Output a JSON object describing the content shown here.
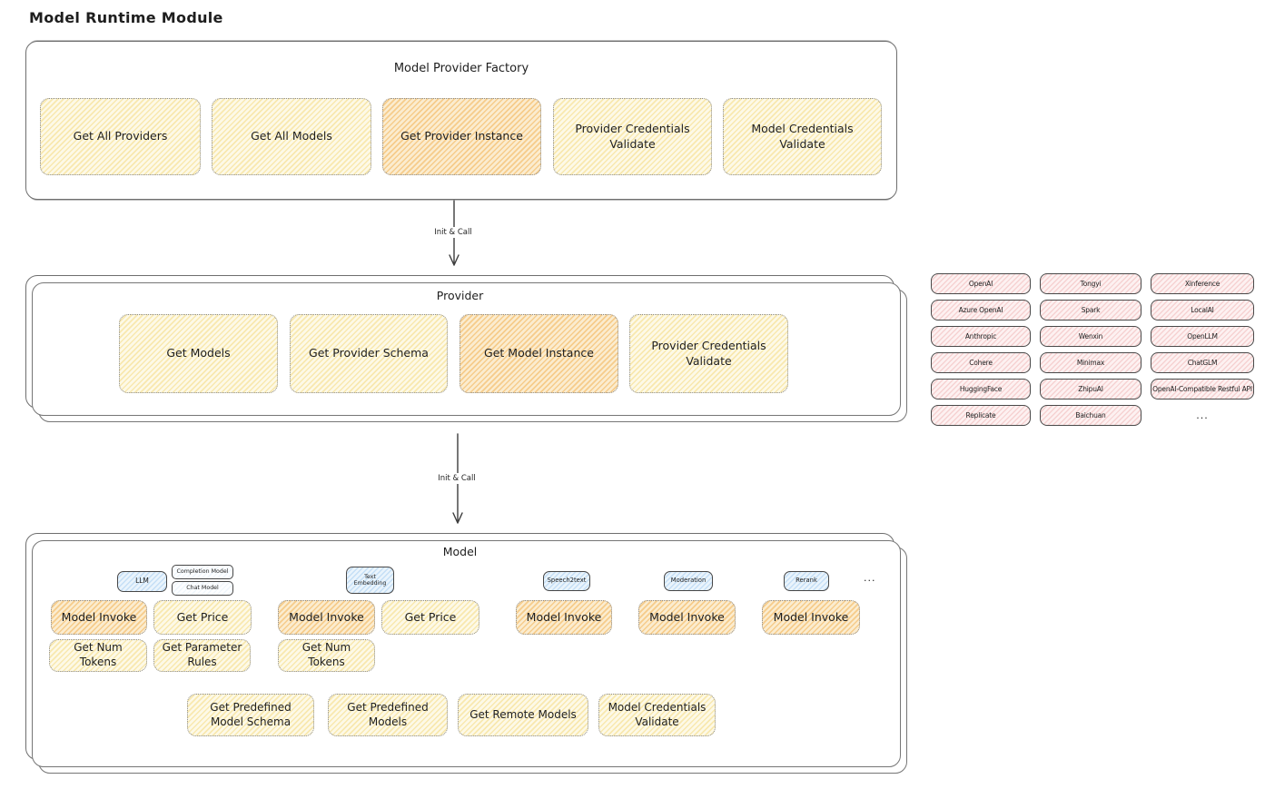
{
  "title": "Model Runtime Module",
  "arrow1": {
    "label": "Init & Call"
  },
  "arrow2": {
    "label": "Init & Call"
  },
  "factory": {
    "title": "Model Provider Factory",
    "buttons": [
      {
        "label": "Get All Providers"
      },
      {
        "label": "Get All Models"
      },
      {
        "label": "Get Provider Instance",
        "highlight": true
      },
      {
        "label": "Provider Credentials Validate"
      },
      {
        "label": "Model Credentials Validate"
      }
    ]
  },
  "provider": {
    "title": "Provider",
    "buttons": [
      {
        "label": "Get Models"
      },
      {
        "label": "Get Provider Schema"
      },
      {
        "label": "Get Model Instance",
        "highlight": true
      },
      {
        "label": "Provider Credentials Validate"
      }
    ]
  },
  "provider_list": {
    "items": [
      "OpenAI",
      "Tongyi",
      "Xinference",
      "Azure OpenAI",
      "Spark",
      "LocalAI",
      "Anthropic",
      "Wenxin",
      "OpenLLM",
      "Cohere",
      "Minimax",
      "ChatGLM",
      "HuggingFace",
      "ZhipuAI",
      "OpenAI-Compatible Restful API",
      "Replicate",
      "Baichuan"
    ],
    "more": "..."
  },
  "model": {
    "title": "Model",
    "tags": [
      {
        "label": "LLM"
      },
      {
        "label": "Completion Model"
      },
      {
        "label": "Chat Model"
      },
      {
        "label": "Text Embedding"
      },
      {
        "label": "Speech2text"
      },
      {
        "label": "Moderation"
      },
      {
        "label": "Rerank"
      }
    ],
    "tags_more": "...",
    "capability_buttons": [
      {
        "label": "Model Invoke",
        "highlight": true
      },
      {
        "label": "Get Price"
      },
      {
        "label": "Model Invoke",
        "highlight": true
      },
      {
        "label": "Get Price"
      },
      {
        "label": "Model Invoke",
        "highlight": true
      },
      {
        "label": "Model Invoke",
        "highlight": true
      },
      {
        "label": "Model Invoke",
        "highlight": true
      }
    ],
    "token_buttons": [
      {
        "label": "Get Num Tokens"
      },
      {
        "label": "Get Parameter Rules"
      },
      {
        "label": "Get Num Tokens"
      }
    ],
    "schema_buttons": [
      {
        "label": "Get Predefined Model Schema"
      },
      {
        "label": "Get Predefined Models"
      },
      {
        "label": "Get Remote Models"
      },
      {
        "label": "Model Credentials Validate"
      }
    ]
  },
  "colors": {
    "ink": "#1e1e1e",
    "panel_border": "#6e6e6e",
    "yellow_fill": "#fdf9e7",
    "orange_fill": "#fbeccf",
    "pink_fill": "#fdf1f1",
    "blue_fill": "#eaf4fc"
  }
}
